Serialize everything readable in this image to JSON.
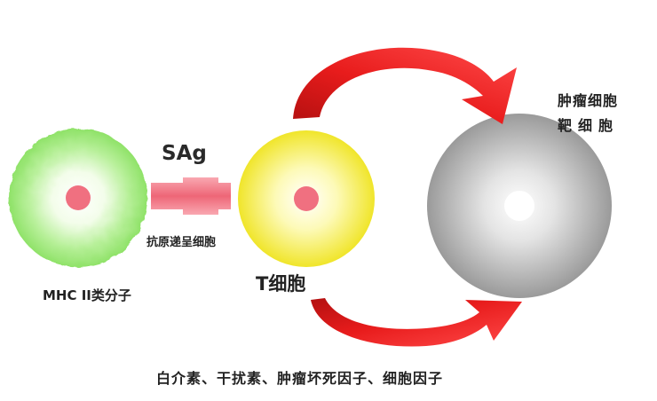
{
  "labels": {
    "sag": "SAg",
    "antigen_presenting_cell": "抗原递呈细胞",
    "mhc_class_ii": "MHC II类分子",
    "t_cell": "T细胞",
    "tumor_target_line1": "肿瘤细胞",
    "tumor_target_line2": "靶细胞",
    "cytokines": "白介素、干扰素、肿瘤坏死因子、细胞因子"
  },
  "colors": {
    "apc_cell": "#9eea78",
    "apc_nucleus": "#f07080",
    "connector": "#f07080",
    "t_cell": "#f2ea3a",
    "t_cell_nucleus": "#f07080",
    "tumor_cell": "#a9a9a9",
    "tumor_nucleus": "#ffffff",
    "arrows": "#e01a1a"
  }
}
